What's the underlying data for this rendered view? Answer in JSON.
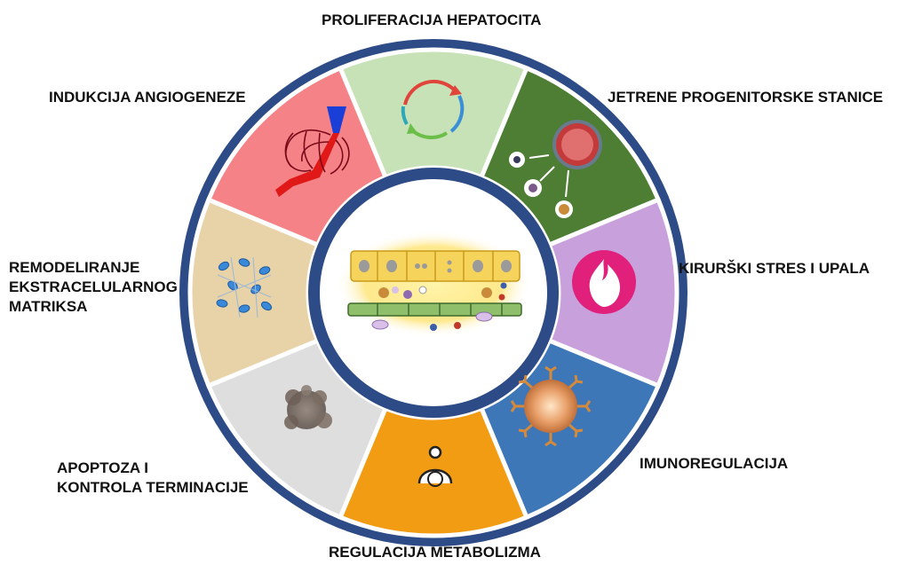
{
  "labels": {
    "top": "PROLIFERACIJA HEPATOCITA",
    "top_left": "INDUKCIJA ANGIOGENEZE",
    "top_right": "JETRENE PROGENITORSKE STANICE",
    "left_lines": [
      "REMODELIRANJE",
      "EKSTRACELULARNOG",
      "MATRIKSA"
    ],
    "right": "KIRURŠKI STRES I UPALA",
    "bottom_left_lines": [
      "APOPTOZA I",
      "KONTROLA TERMINACIJE"
    ],
    "bottom_right": "IMUNOREGULACIJA",
    "bottom": "REGULACIJA METABOLIZMA"
  },
  "segments": [
    {
      "name": "proliferacija-hepatocita",
      "color": "#c6e2b6",
      "icon": "cell-cycle-icon"
    },
    {
      "name": "jetrene-progenitorske-stanice",
      "color": "#4e7d34",
      "icon": "progenitor-cells-icon"
    },
    {
      "name": "kirurski-stres-i-upala",
      "color": "#c8a0dc",
      "icon": "flame-icon"
    },
    {
      "name": "imunoregulacija",
      "color": "#3d77b8",
      "icon": "immune-cell-icon"
    },
    {
      "name": "regulacija-metabolizma",
      "color": "#f29c13",
      "icon": "metabolism-icon"
    },
    {
      "name": "apoptoza",
      "color": "#dedede",
      "icon": "apoptotic-cell-icon"
    },
    {
      "name": "remodeliranje-ecm",
      "color": "#e8d2a8",
      "icon": "extracellular-matrix-icon"
    },
    {
      "name": "indukcija-angiogeneze",
      "color": "#f58286",
      "icon": "blood-vessel-icon"
    }
  ],
  "colors": {
    "ring_border": "#2d4b86",
    "divider": "#ffffff",
    "center_fill": "#ffffff"
  },
  "center_icon": "liver-tissue-icon"
}
